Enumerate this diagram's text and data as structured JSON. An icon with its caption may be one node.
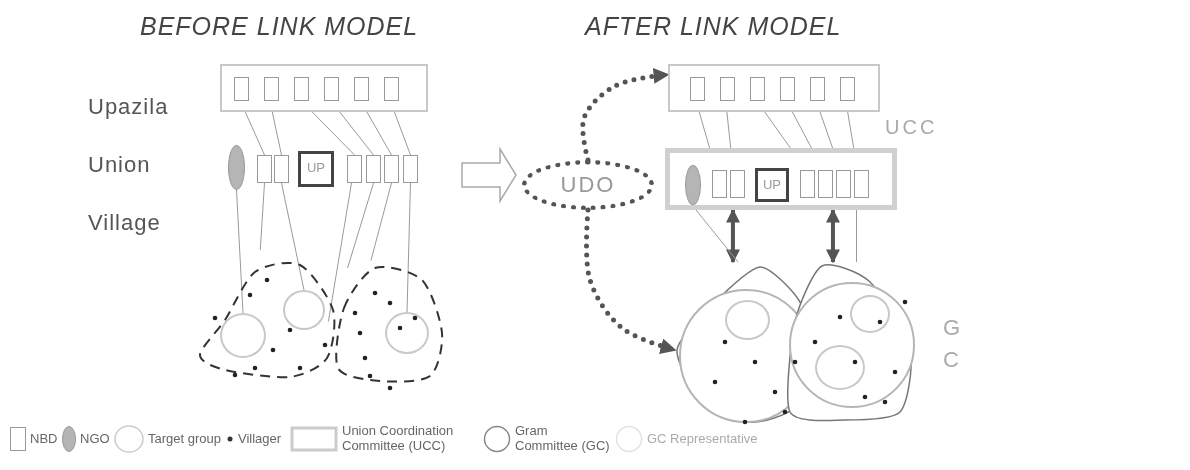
{
  "diagram": {
    "nodes": [
      {
        "text": [],
        "shape": "box"
      },
      {
        "text": [],
        "shape": "box",
        "in": 0
      },
      {
        "text": [],
        "shape": "box",
        "in": 0
      },
      {
        "text": [],
        "shape": "box",
        "in": 0
      },
      {
        "text": [],
        "shape": "box",
        "in": 0
      },
      {
        "text": [],
        "shape": "box",
        "in": 0
      },
      {
        "text": [],
        "shape": "box",
        "in": 0
      },
      {
        "text": [],
        "shape": "ellipse"
      },
      {
        "text": [],
        "shape": "box"
      },
      {
        "text": [],
        "shape": "box"
      },
      {
        "text": [
          "UP"
        ]
      },
      {
        "text": [],
        "shape": "box"
      },
      {
        "text": [],
        "shape": "box"
      },
      {
        "text": [],
        "shape": "box"
      },
      {
        "text": [],
        "shape": "box"
      },
      {
        "text": [],
        "shape": "cloud"
      },
      {
        "text": [],
        "shape": "cloud"
      },
      {
        "text": [],
        "shape": "ellipse",
        "in": 15
      },
      {
        "text": [],
        "shape": "ellipse",
        "in": 15
      },
      {
        "text": [],
        "shape": "ellipse",
        "in": 16
      },
      {
        "text": [],
        "shape": "box"
      },
      {
        "text": [],
        "shape": "box",
        "in": 20
      },
      {
        "text": [],
        "shape": "box",
        "in": 20
      },
      {
        "text": [],
        "shape": "box",
        "in": 20
      },
      {
        "text": [],
        "shape": "box",
        "in": 20
      },
      {
        "text": [],
        "shape": "box",
        "in": 20
      },
      {
        "text": [],
        "shape": "box",
        "in": 20
      },
      {
        "text": [
          "UDO"
        ]
      },
      {
        "text": [],
        "shape": "box",
        "beside": [
          "UCC"
        ]
      },
      {
        "text": [],
        "shape": "ellipse",
        "in": 28
      },
      {
        "text": [],
        "shape": "box",
        "in": 28
      },
      {
        "text": [],
        "shape": "box",
        "in": 28
      },
      {
        "text": [
          "UP"
        ],
        "in": 28
      },
      {
        "text": [],
        "shape": "box",
        "in": 28
      },
      {
        "text": [],
        "shape": "box",
        "in": 28
      },
      {
        "text": [],
        "shape": "box",
        "in": 28
      },
      {
        "text": [],
        "shape": "box",
        "in": 28
      },
      {
        "text": [],
        "shape": "circle"
      },
      {
        "text": [],
        "shape": "circle"
      },
      {
        "text": [],
        "shape": "ellipse",
        "in": 37
      },
      {
        "text": [],
        "shape": "ellipse",
        "in": 38
      },
      {
        "text": [],
        "shape": "ellipse",
        "in": 38
      }
    ],
    "edges": [
      {
        "from": 1,
        "to": 8,
        "arrow": "none"
      },
      {
        "from": 2,
        "to": 9,
        "arrow": "none"
      },
      {
        "from": 3,
        "to": 11,
        "arrow": "none"
      },
      {
        "from": 4,
        "to": 12,
        "arrow": "none"
      },
      {
        "from": 5,
        "to": 13,
        "arrow": "none"
      },
      {
        "from": 6,
        "to": 14,
        "arrow": "none"
      },
      {
        "from": 7,
        "to": 17,
        "arrow": "none"
      },
      {
        "from": 8,
        "to": 15,
        "arrow": "none"
      },
      {
        "from": 9,
        "to": 18,
        "arrow": "none"
      },
      {
        "from": 11,
        "to": 15,
        "arrow": "none"
      },
      {
        "from": 12,
        "to": 16,
        "arrow": "none"
      },
      {
        "from": 13,
        "to": 16,
        "arrow": "none"
      },
      {
        "from": 14,
        "to": 19,
        "arrow": "none"
      },
      {
        "from": null,
        "to": 27,
        "arrow": "to",
        "style": "thick"
      },
      {
        "from": 21,
        "to": 30,
        "arrow": "none"
      },
      {
        "from": 22,
        "to": 31,
        "arrow": "none"
      },
      {
        "from": 23,
        "to": 33,
        "arrow": "none"
      },
      {
        "from": 24,
        "to": 34,
        "arrow": "none"
      },
      {
        "from": 25,
        "to": 35,
        "arrow": "none"
      },
      {
        "from": 26,
        "to": 36,
        "arrow": "none"
      },
      {
        "from": 27,
        "to": 20,
        "arrow": "to",
        "style": "dashed",
        "color": "#555555"
      },
      {
        "from": 27,
        "to": 37,
        "arrow": "to",
        "style": "dashed",
        "color": "#555555"
      },
      {
        "from": 28,
        "to": 37,
        "arrow": "both",
        "style": "thick",
        "color": "#555555"
      },
      {
        "from": 28,
        "to": 38,
        "arrow": "both",
        "style": "thick",
        "color": "#555555"
      },
      {
        "from": 29,
        "to": 37,
        "arrow": "none"
      },
      {
        "from": 36,
        "to": 38,
        "arrow": "none"
      }
    ],
    "labels": [
      "BEFORE LINK MODEL",
      "AFTER LINK MODEL",
      "Upazila",
      "Union",
      "Village",
      "GC"
    ],
    "legend": [
      {
        "text": "NBD"
      },
      {
        "text": "NGO"
      },
      {
        "text": "Target group"
      },
      {
        "text": "Villager"
      },
      {
        "text": "Union Coordination Committee (UCC)"
      },
      {
        "text": "Gram Committee (GC)"
      },
      {
        "text": "GC Representative"
      }
    ]
  }
}
